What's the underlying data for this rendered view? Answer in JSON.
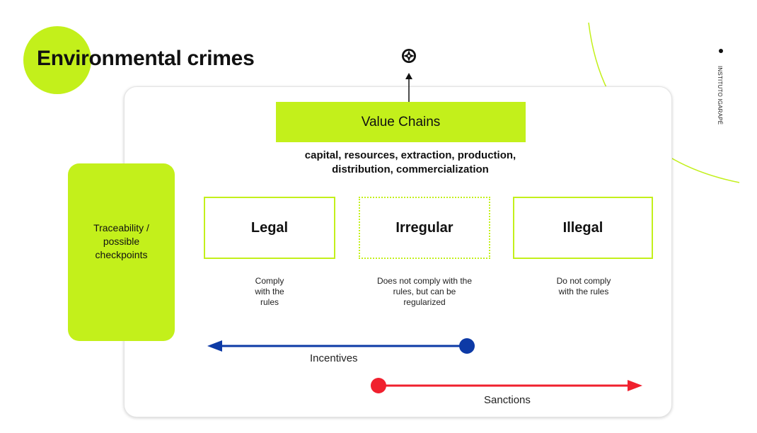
{
  "page": {
    "title": "Environmental crimes",
    "brand": "INSTITUTO IGARAPÉ"
  },
  "diagram": {
    "top_icon": "compass-icon",
    "value_chains": {
      "label": "Value Chains",
      "description": "capital, resources, extraction, production,\ndistribution, commercialization"
    },
    "traceability": {
      "label": "Traceability /\npossible\ncheckpoints"
    },
    "categories": [
      {
        "name": "Legal",
        "description": "Comply\nwith the\nrules",
        "border": "solid"
      },
      {
        "name": "Irregular",
        "description": "Does not comply with the\nrules, but can be\nregularized",
        "border": "dotted"
      },
      {
        "name": "Illegal",
        "description": "Do not comply\nwith the rules",
        "border": "solid"
      }
    ],
    "incentives": {
      "label": "Incentives",
      "color": "#0d3aa6"
    },
    "sanctions": {
      "label": "Sanctions",
      "color": "#f0202e"
    }
  },
  "colors": {
    "accent": "#c3f01b",
    "incentives": "#0d3aa6",
    "sanctions": "#f0202e"
  }
}
